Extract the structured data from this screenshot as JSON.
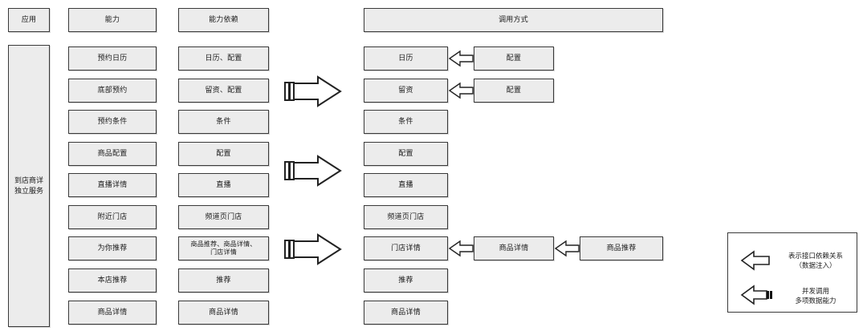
{
  "diagram": {
    "title_columns": [
      {
        "id": "app",
        "label": "应用"
      },
      {
        "id": "capability",
        "label": "能力"
      },
      {
        "id": "capability_dependency",
        "label": "能力依赖"
      },
      {
        "id": "invocation",
        "label": "调用方式"
      }
    ],
    "sidebar": {
      "label": "到店商详\n独立服务"
    },
    "rows": [
      {
        "capability": "预约日历",
        "dependency": "日历、配置",
        "invocation_chain": [
          "日历",
          "配置"
        ],
        "concurrent_group": 1
      },
      {
        "capability": "底部预约",
        "dependency": "留资、配置",
        "invocation_chain": [
          "留资",
          "配置"
        ],
        "concurrent_group": 1
      },
      {
        "capability": "预约条件",
        "dependency": "条件",
        "invocation_chain": [
          "条件"
        ],
        "concurrent_group": 1
      },
      {
        "capability": "商品配置",
        "dependency": "配置",
        "invocation_chain": [
          "配置"
        ],
        "concurrent_group": 2
      },
      {
        "capability": "直播详情",
        "dependency": "直播",
        "invocation_chain": [
          "直播"
        ],
        "concurrent_group": 2
      },
      {
        "capability": "附近门店",
        "dependency": "频道页门店",
        "invocation_chain": [
          "频道页门店"
        ],
        "concurrent_group": 2
      },
      {
        "capability": "为你推荐",
        "dependency": "商品推荐、商品详情、\n门店详情",
        "invocation_chain": [
          "门店详情",
          "商品详情",
          "商品推荐"
        ],
        "concurrent_group": 3
      },
      {
        "capability": "本店推荐",
        "dependency": "推荐",
        "invocation_chain": [
          "推荐"
        ],
        "concurrent_group": 3
      },
      {
        "capability": "商品详情",
        "dependency": "商品详情",
        "invocation_chain": [
          "商品详情"
        ],
        "concurrent_group": 3
      }
    ],
    "legend": {
      "items": [
        {
          "icon": "hollow-left-arrow",
          "text": "表示接口依赖关系\n（数据注入）"
        },
        {
          "icon": "hollow-left-arrow-with-bars",
          "text": "并发调用\n多项数据能力"
        }
      ]
    },
    "colors": {
      "box_fill": "#ececec",
      "box_border": "#3a3a3a",
      "text": "#1a1a1a",
      "page_background": "#ffffff"
    }
  }
}
